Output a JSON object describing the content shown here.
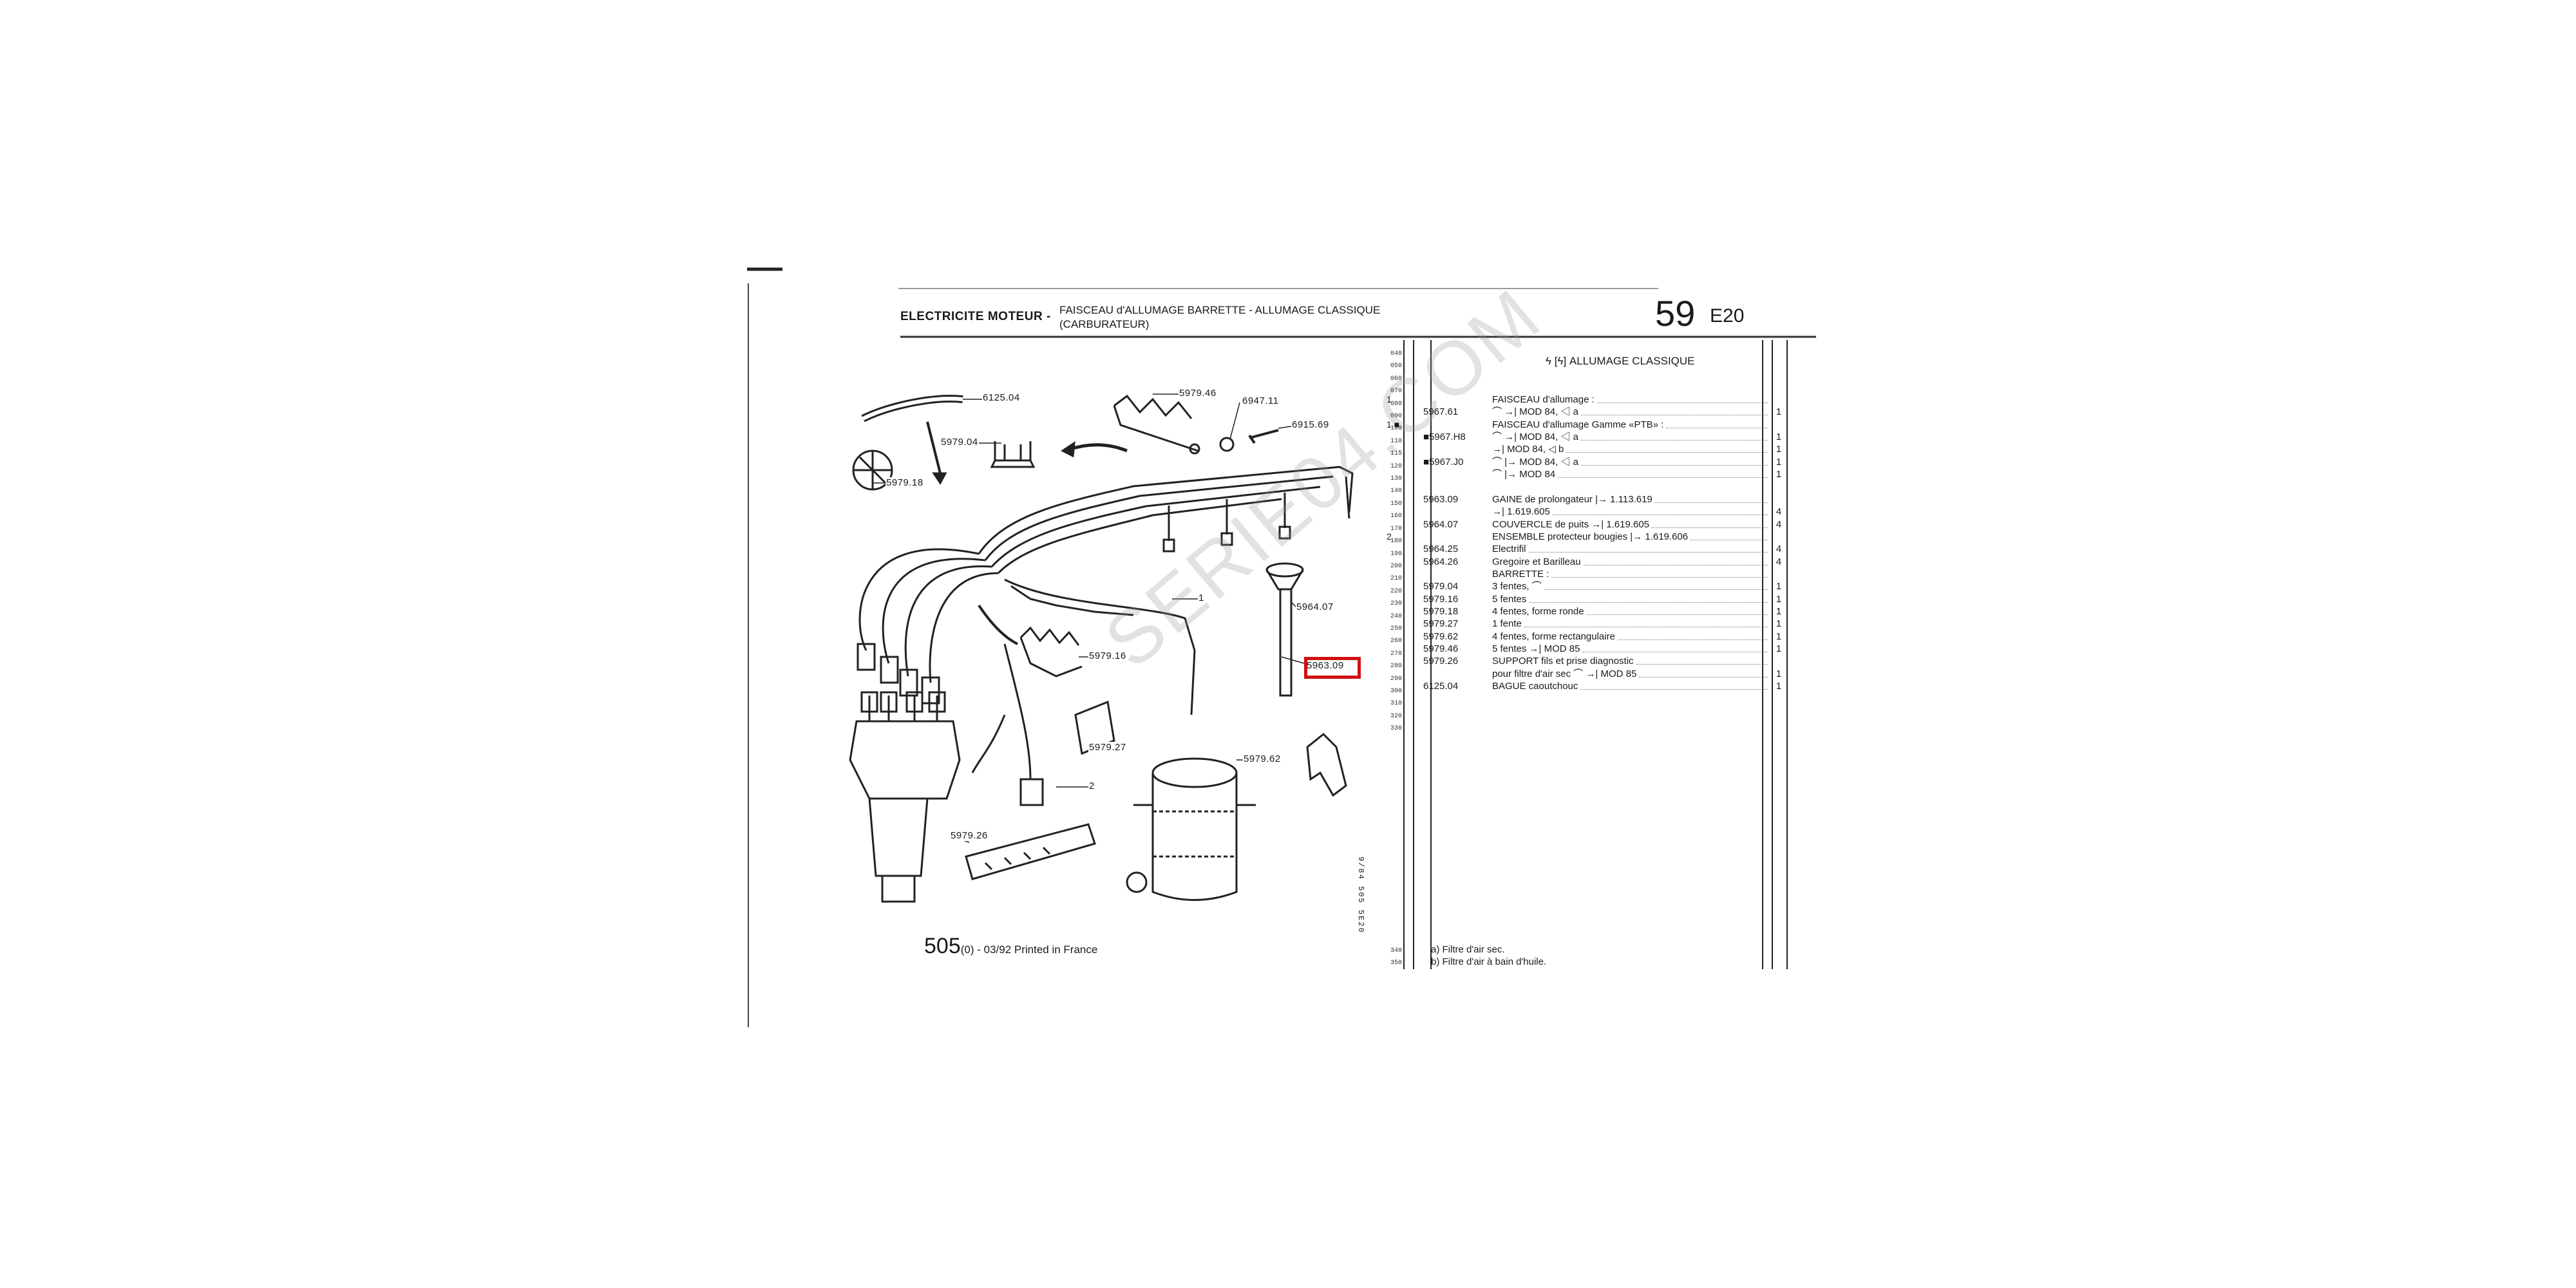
{
  "header": {
    "section": "ELECTRICITE MOTEUR -",
    "title_line1": "FAISCEAU d'ALLUMAGE BARRETTE - ALLUMAGE CLASSIQUE",
    "title_line2": "(CARBURATEUR)",
    "page_number": "59",
    "page_code": "E20"
  },
  "table_heading": "ALLUMAGE CLASSIQUE",
  "line_numbers": [
    "040",
    "050",
    "060",
    "070",
    "080",
    "090",
    "100",
    "110",
    "115",
    "120",
    "130",
    "140",
    "150",
    "160",
    "170",
    "180",
    "190",
    "200",
    "210",
    "220",
    "230",
    "240",
    "250",
    "260",
    "270",
    "280",
    "290",
    "300",
    "310",
    "320",
    "330"
  ],
  "parts": [
    {
      "mark": "1",
      "ref": "",
      "desc": "FAISCEAU d'allumage :",
      "qty": ""
    },
    {
      "mark": "",
      "ref": "5967.61",
      "desc": "⌒ →| MOD 84, ◁ a",
      "qty": "1"
    },
    {
      "mark": "1 ■",
      "ref": "",
      "desc": "FAISCEAU d'allumage Gamme «PTB» :",
      "qty": ""
    },
    {
      "mark": "",
      "ref": "■5967.H8",
      "desc": "⌒ →| MOD 84, ◁ a",
      "qty": "1"
    },
    {
      "mark": "",
      "ref": "",
      "desc": "→| MOD 84, ◁ b",
      "qty": "1"
    },
    {
      "mark": "",
      "ref": "■5967.J0",
      "desc": "⌒ |→ MOD 84, ◁ a",
      "qty": "1"
    },
    {
      "mark": "",
      "ref": "",
      "desc": "⌒ |→ MOD 84",
      "qty": "1"
    },
    {
      "mark": "",
      "ref": "",
      "desc": "",
      "qty": ""
    },
    {
      "mark": "",
      "ref": "5963.09",
      "desc": "GAINE de prolongateur |→ 1.113.619",
      "qty": ""
    },
    {
      "mark": "",
      "ref": "",
      "desc": "→| 1.619.605",
      "qty": "4"
    },
    {
      "mark": "",
      "ref": "5964.07",
      "desc": "COUVERCLE de puits →| 1.619.605",
      "qty": "4"
    },
    {
      "mark": "2",
      "ref": "",
      "desc": "ENSEMBLE protecteur bougies |→ 1.619.606",
      "qty": ""
    },
    {
      "mark": "",
      "ref": "5964.25",
      "desc": "Electrifil",
      "qty": "4"
    },
    {
      "mark": "",
      "ref": "5964.26",
      "desc": "Gregoire et Barilleau",
      "qty": "4"
    },
    {
      "mark": "",
      "ref": "",
      "desc": "BARRETTE :",
      "qty": ""
    },
    {
      "mark": "",
      "ref": "5979.04",
      "desc": "3 fentes, ⌒",
      "qty": "1"
    },
    {
      "mark": "",
      "ref": "5979.16",
      "desc": "5 fentes",
      "qty": "1"
    },
    {
      "mark": "",
      "ref": "5979.18",
      "desc": "4 fentes, forme ronde",
      "qty": "1"
    },
    {
      "mark": "",
      "ref": "5979.27",
      "desc": "1 fente",
      "qty": "1"
    },
    {
      "mark": "",
      "ref": "5979.62",
      "desc": "4 fentes, forme rectangulaire",
      "qty": "1"
    },
    {
      "mark": "",
      "ref": "5979.46",
      "desc": "5 fentes →| MOD 85",
      "qty": "1"
    },
    {
      "mark": "",
      "ref": "5979.26",
      "desc": "SUPPORT fils et prise diagnostic",
      "qty": ""
    },
    {
      "mark": "",
      "ref": "",
      "desc": "pour filtre d'air sec ⌒ →| MOD 85",
      "qty": "1"
    },
    {
      "mark": "",
      "ref": "6125.04",
      "desc": "BAGUE caoutchouc",
      "qty": "1"
    }
  ],
  "callouts": {
    "c612504": "6125.04",
    "c597904": "5979.04",
    "c597918": "5979.18",
    "c597946": "5979.46",
    "c694711": "6947.11",
    "c691569": "6915.69",
    "c596407": "5964.07",
    "c596309": "5963.09",
    "c597916": "5979.16",
    "c597927": "5979.27",
    "c597962": "5979.62",
    "c597926": "5979.26",
    "c1": "1",
    "c2": "2"
  },
  "side_code": "9/84 505 5E20",
  "footer": {
    "model": "505",
    "text": "(0) - 03/92 Printed in France",
    "bottom_numbers": [
      "340",
      "350"
    ],
    "note_a": "a) Filtre d'air sec.",
    "note_b": "b) Filtre d'air à bain d'huile."
  },
  "watermark": "SERIE04.COM",
  "highlight_color": "#d01010"
}
